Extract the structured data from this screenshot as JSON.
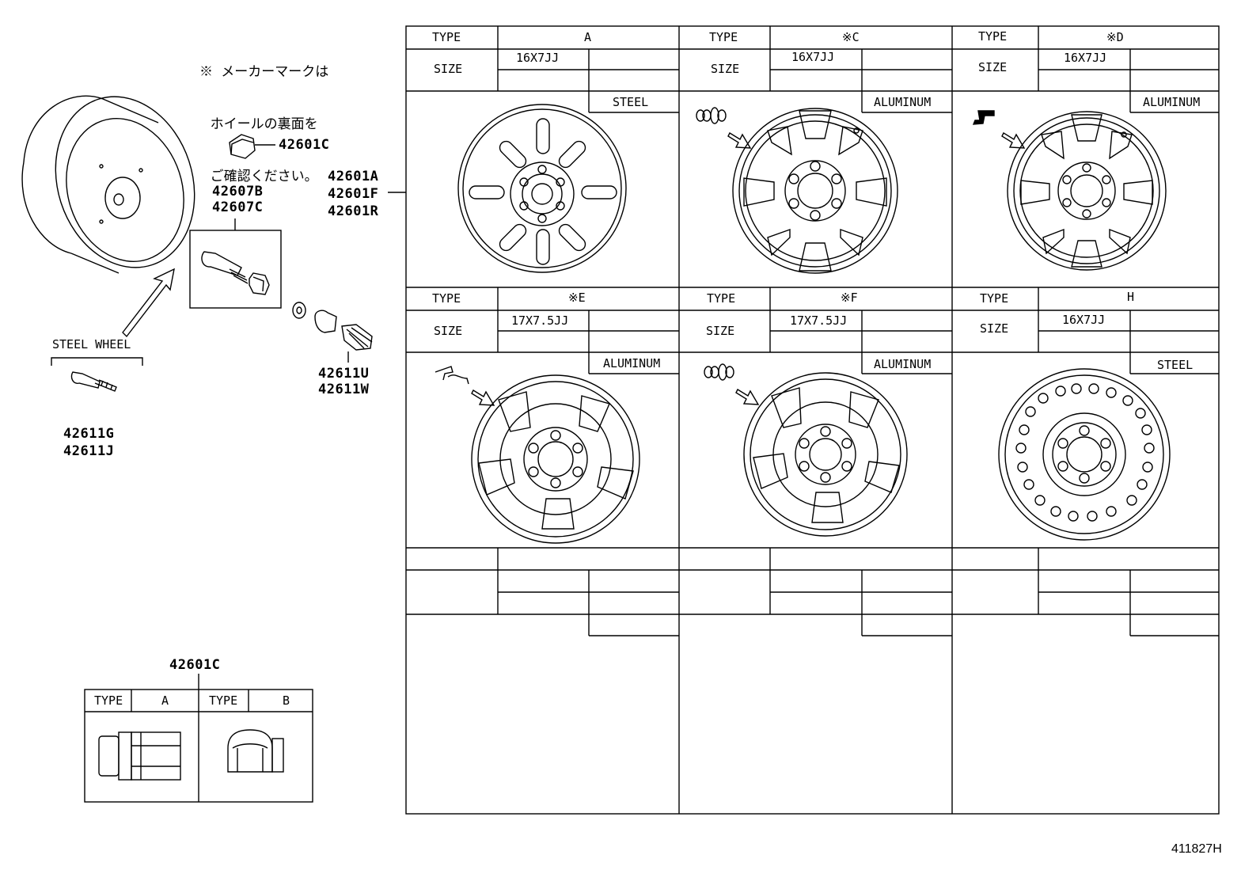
{
  "note": {
    "line1": "※ メーカーマークは",
    "line2": "ホイールの裏面を",
    "line3": "ご確認ください。"
  },
  "parts": {
    "hub_nut": "42601C",
    "valve_b": "42607B",
    "valve_c": "42607C",
    "wheel_a": "42601A",
    "wheel_f": "42601F",
    "wheel_r": "42601R",
    "cap_u": "42611U",
    "cap_w": "42611W",
    "steel_g": "42611G",
    "steel_j": "42611J",
    "nut_table_title": "42601C"
  },
  "steel_wheel_label": "STEEL WHEEL",
  "nut_table": {
    "type_label": "TYPE",
    "a": "A",
    "b": "B"
  },
  "grid_labels": {
    "type": "TYPE",
    "size": "SIZE"
  },
  "wheels": [
    {
      "type": "A",
      "size": "16X7JJ",
      "material": "STEEL"
    },
    {
      "type": "※C",
      "size": "16X7JJ",
      "material": "ALUMINUM"
    },
    {
      "type": "※D",
      "size": "16X7JJ",
      "material": "ALUMINUM"
    },
    {
      "type": "※E",
      "size": "17X7.5JJ",
      "material": "ALUMINUM"
    },
    {
      "type": "※F",
      "size": "17X7.5JJ",
      "material": "ALUMINUM"
    },
    {
      "type": "H",
      "size": "16X7JJ",
      "material": "STEEL"
    }
  ],
  "diagram_id": "411827H"
}
